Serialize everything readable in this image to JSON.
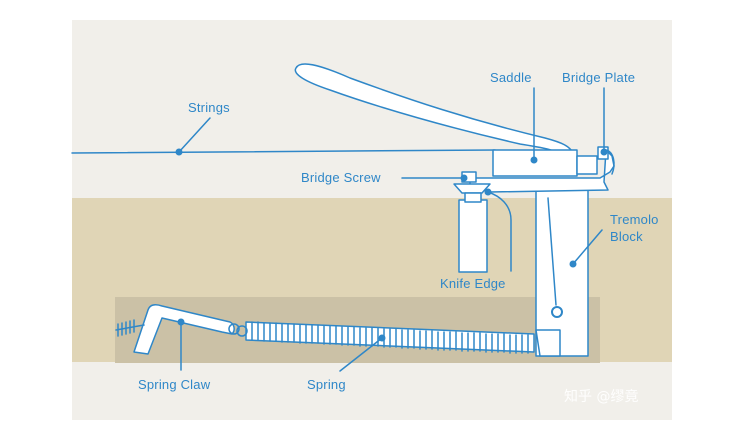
{
  "labels": {
    "saddle": "Saddle",
    "bridge_plate": "Bridge Plate",
    "strings": "Strings",
    "bridge_screw": "Bridge Screw",
    "tremolo_block_line1": "Tremolo",
    "tremolo_block_line2": "Block",
    "knife_edge": "Knife Edge",
    "spring_claw": "Spring Claw",
    "spring": "Spring"
  },
  "watermark": "知乎 @缪竟",
  "colors": {
    "line": "#2f87c8",
    "top_background": "#f1efea",
    "body_wood": "#e0d5b6",
    "spring_cavity": "#cbc1a6",
    "fill": "#ffffff"
  }
}
